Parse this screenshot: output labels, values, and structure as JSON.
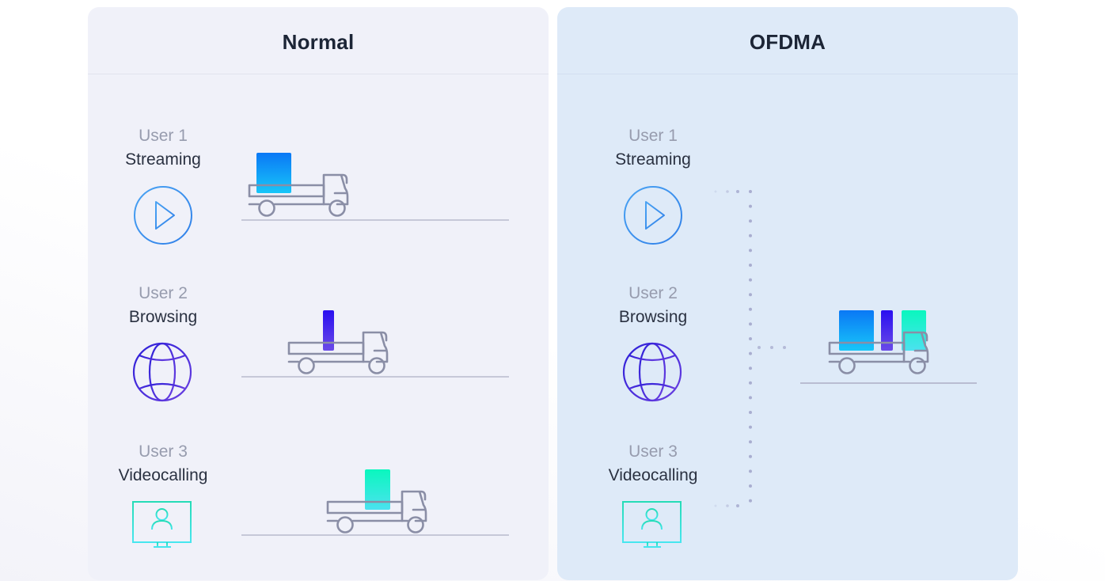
{
  "panels": [
    {
      "title": "Normal",
      "users": [
        {
          "label": "User 1",
          "activity": "Streaming",
          "icon": "play-circle-icon"
        },
        {
          "label": "User 2",
          "activity": "Browsing",
          "icon": "globe-icon"
        },
        {
          "label": "User 3",
          "activity": "Videocalling",
          "icon": "video-call-monitor-icon"
        }
      ]
    },
    {
      "title": "OFDMA",
      "users": [
        {
          "label": "User 1",
          "activity": "Streaming",
          "icon": "play-circle-icon"
        },
        {
          "label": "User 2",
          "activity": "Browsing",
          "icon": "globe-icon"
        },
        {
          "label": "User 3",
          "activity": "Videocalling",
          "icon": "video-call-monitor-icon"
        }
      ]
    }
  ],
  "colors": {
    "streaming": "#0a7cf7",
    "browsing": "#3a1de0",
    "videocalling": "#1de8b5",
    "truck": "#8a8ea6"
  }
}
